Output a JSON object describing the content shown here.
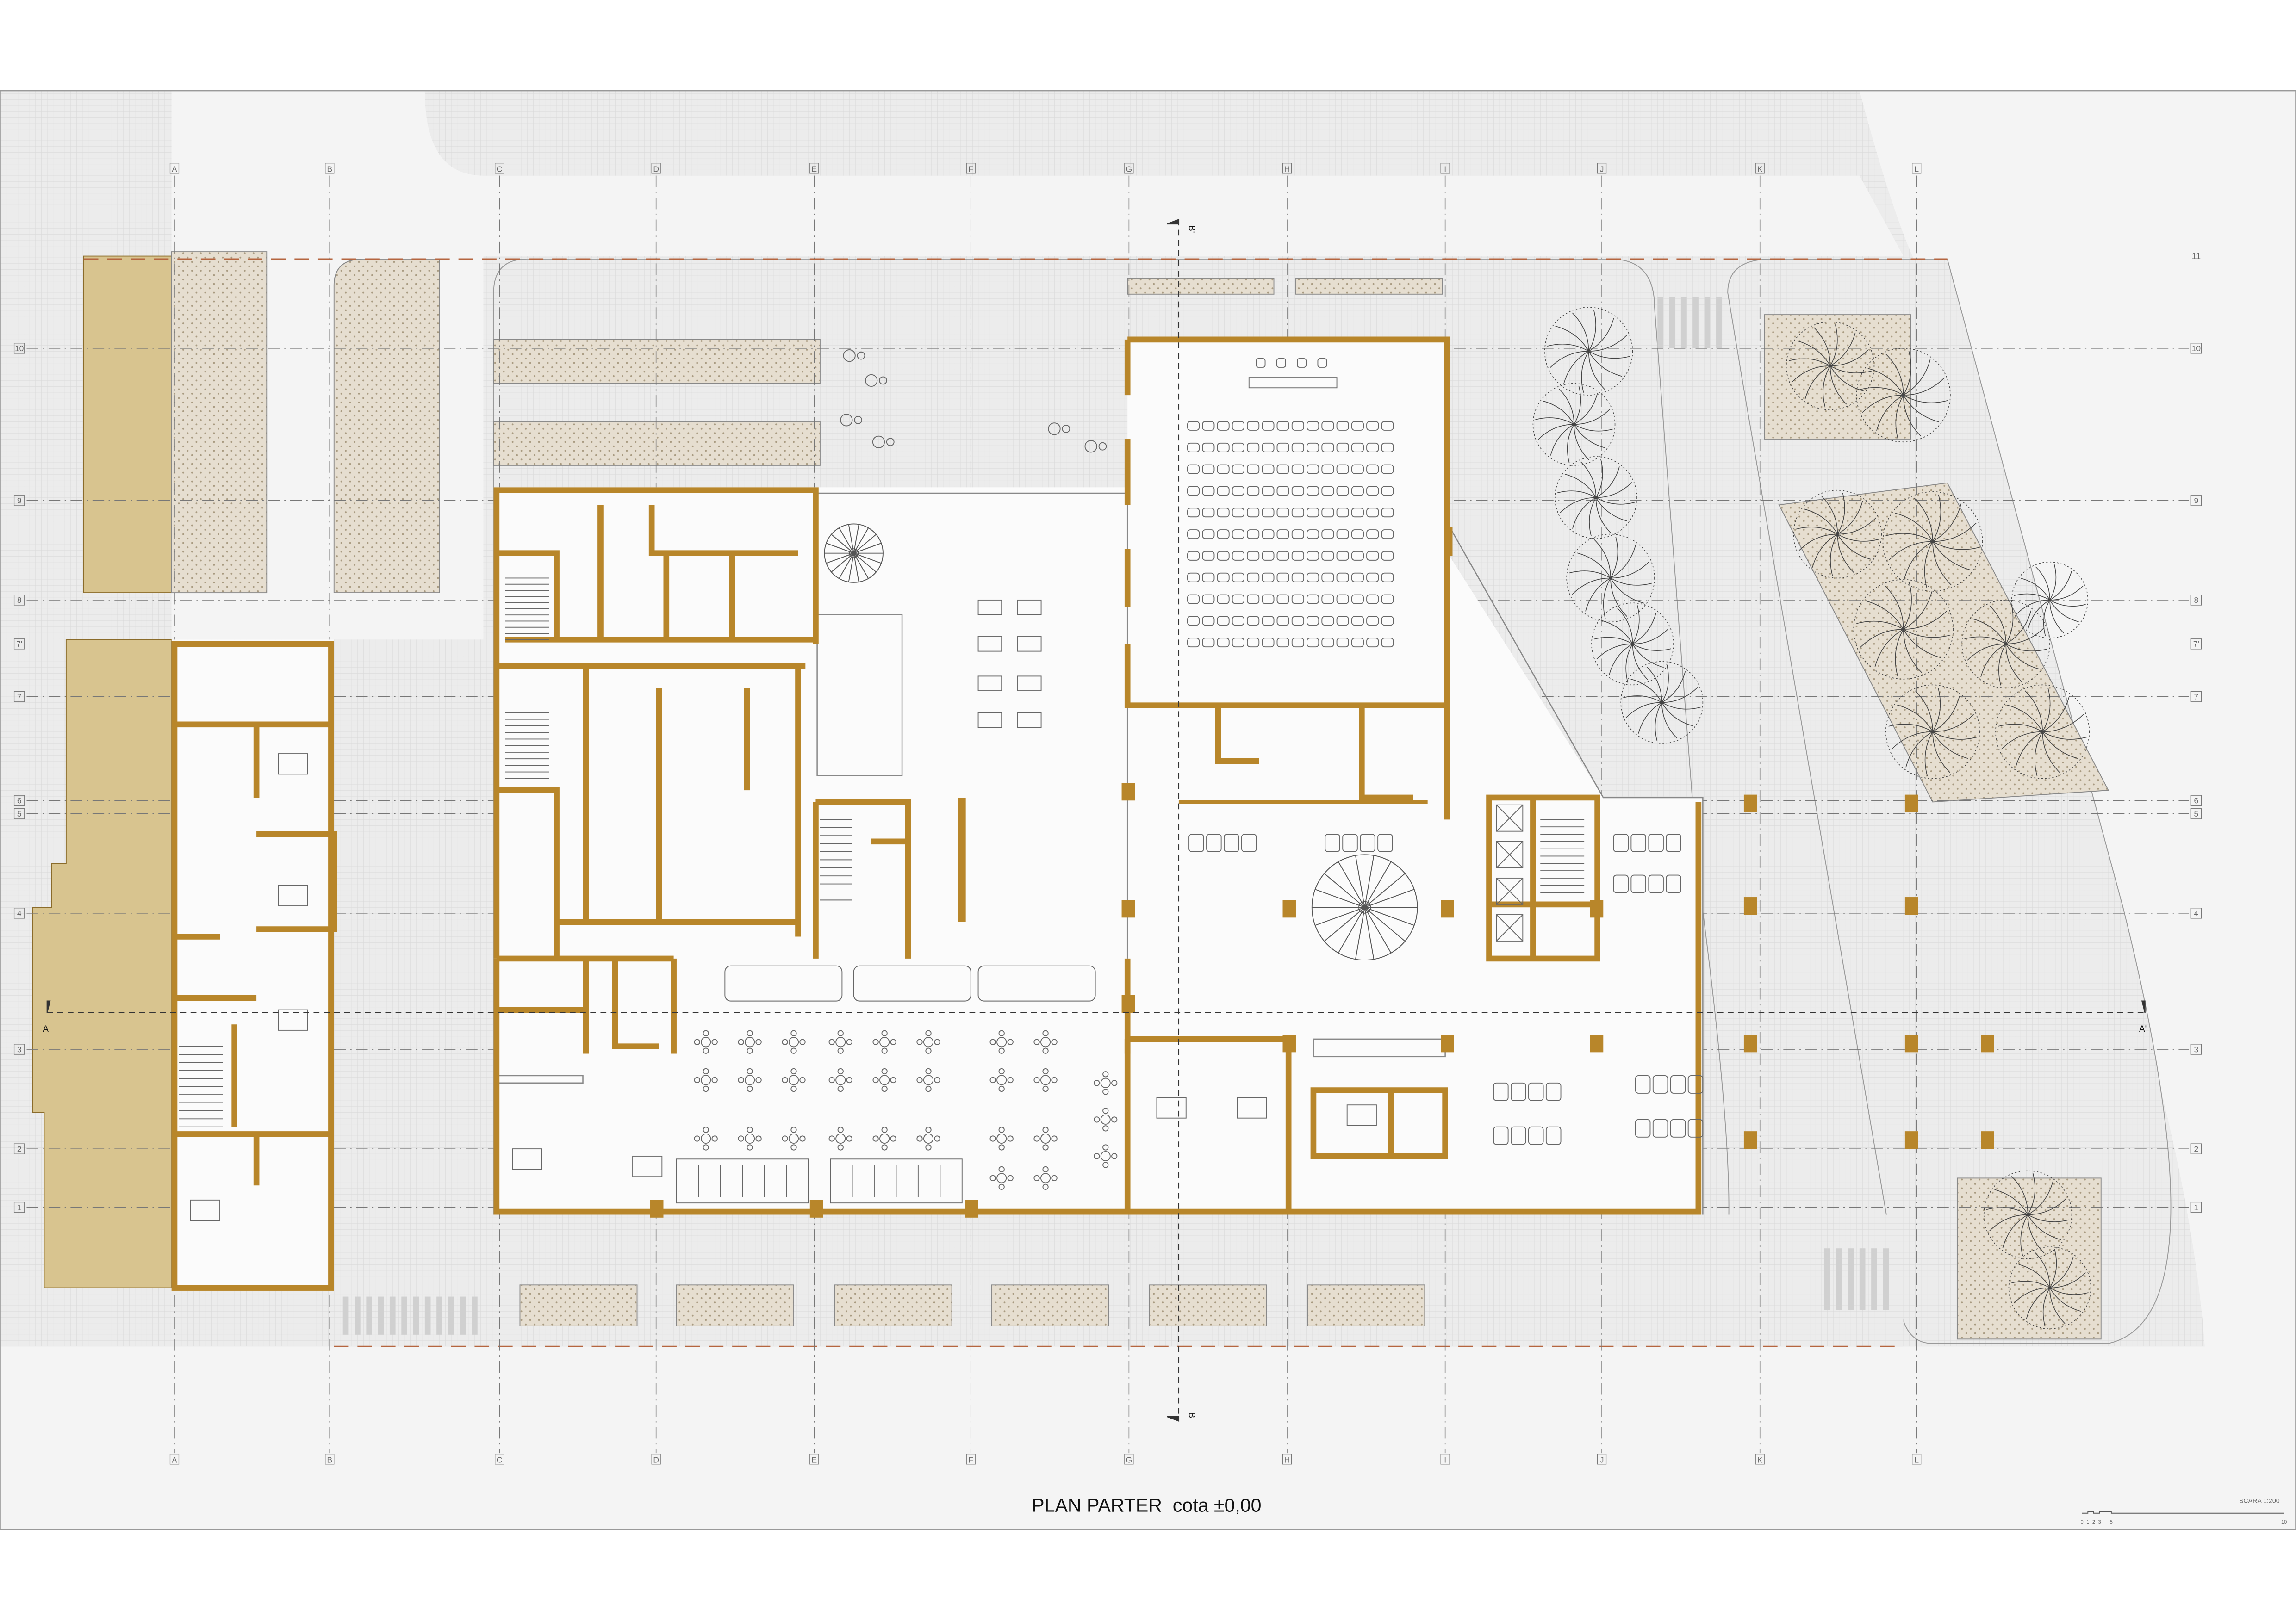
{
  "drawing": {
    "title": "PLAN PARTER  cota ±0,00",
    "scale_label": "SCARA 1:200",
    "scale_ticks": [
      "0",
      "1",
      "2",
      "3",
      "5",
      "10"
    ]
  },
  "grid": {
    "columns": [
      "A",
      "B",
      "C",
      "D",
      "E",
      "F",
      "G",
      "H",
      "I",
      "J",
      "K",
      "L"
    ],
    "rows": [
      "10",
      "9",
      "8",
      "7'",
      "7",
      "6",
      "5",
      "4",
      "3",
      "2",
      "1"
    ],
    "extra_row_label": "11"
  },
  "sections": {
    "a_left": "A",
    "a_right": "A'",
    "b_top": "B'",
    "b_bottom": "B"
  },
  "colors": {
    "wall": "#B8862A",
    "lot": "#D8C48F",
    "paving": "#E6DED0",
    "pavement": "#E9E9E9",
    "road": "#F4F4F4",
    "boundary": "#B5653F"
  }
}
